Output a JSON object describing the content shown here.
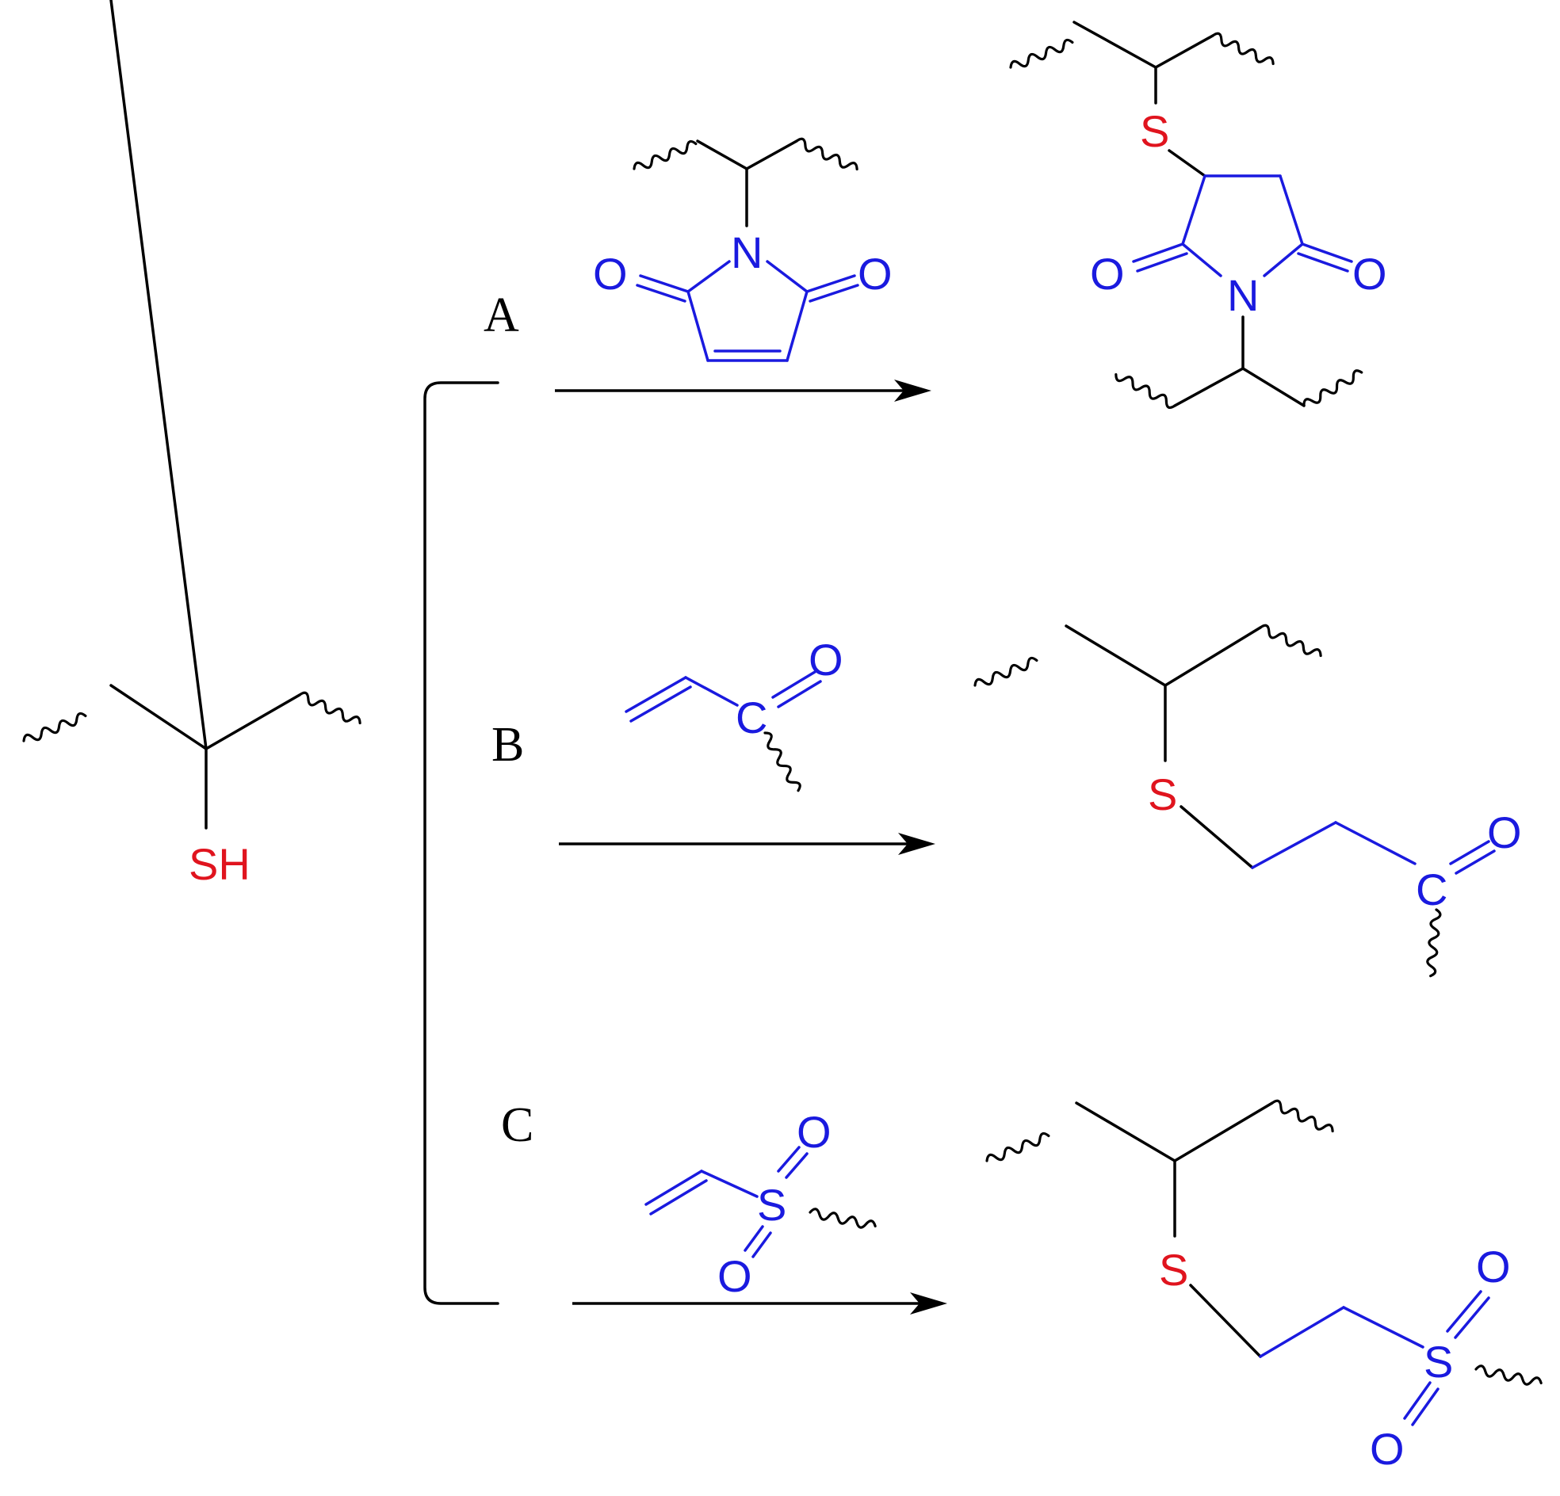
{
  "colors": {
    "bond": "#000000",
    "reagent": "#1a1adf",
    "sulfur": "#e0141e"
  },
  "atoms": {
    "thiol": "SH",
    "sulfur": "S",
    "nitrogen": "N",
    "oxygen": "O",
    "carbon": "C"
  },
  "reactions": [
    {
      "label": "A"
    },
    {
      "label": "B"
    },
    {
      "label": "C"
    }
  ]
}
